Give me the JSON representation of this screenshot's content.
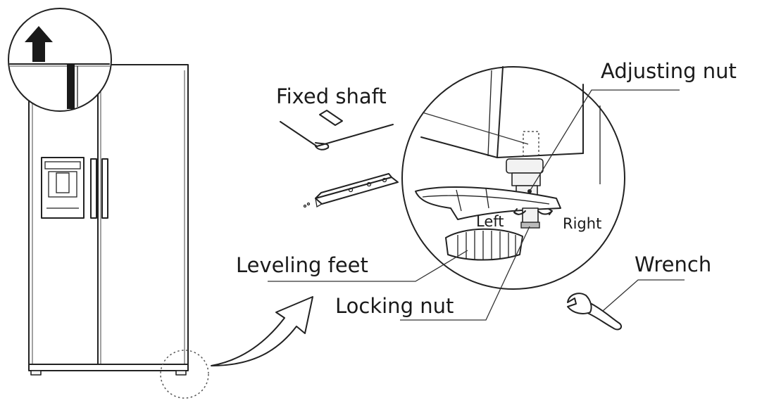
{
  "labels": {
    "adjusting_nut": "Adjusting nut",
    "fixed_shaft": "Fixed shaft",
    "left": "Left",
    "right": "Right",
    "leveling_feet": "Leveling feet",
    "locking_nut": "Locking nut",
    "wrench": "Wrench"
  },
  "icons": [
    "up-arrow-icon",
    "curved-arrow-icon",
    "rotate-left-icon",
    "rotate-right-icon"
  ]
}
